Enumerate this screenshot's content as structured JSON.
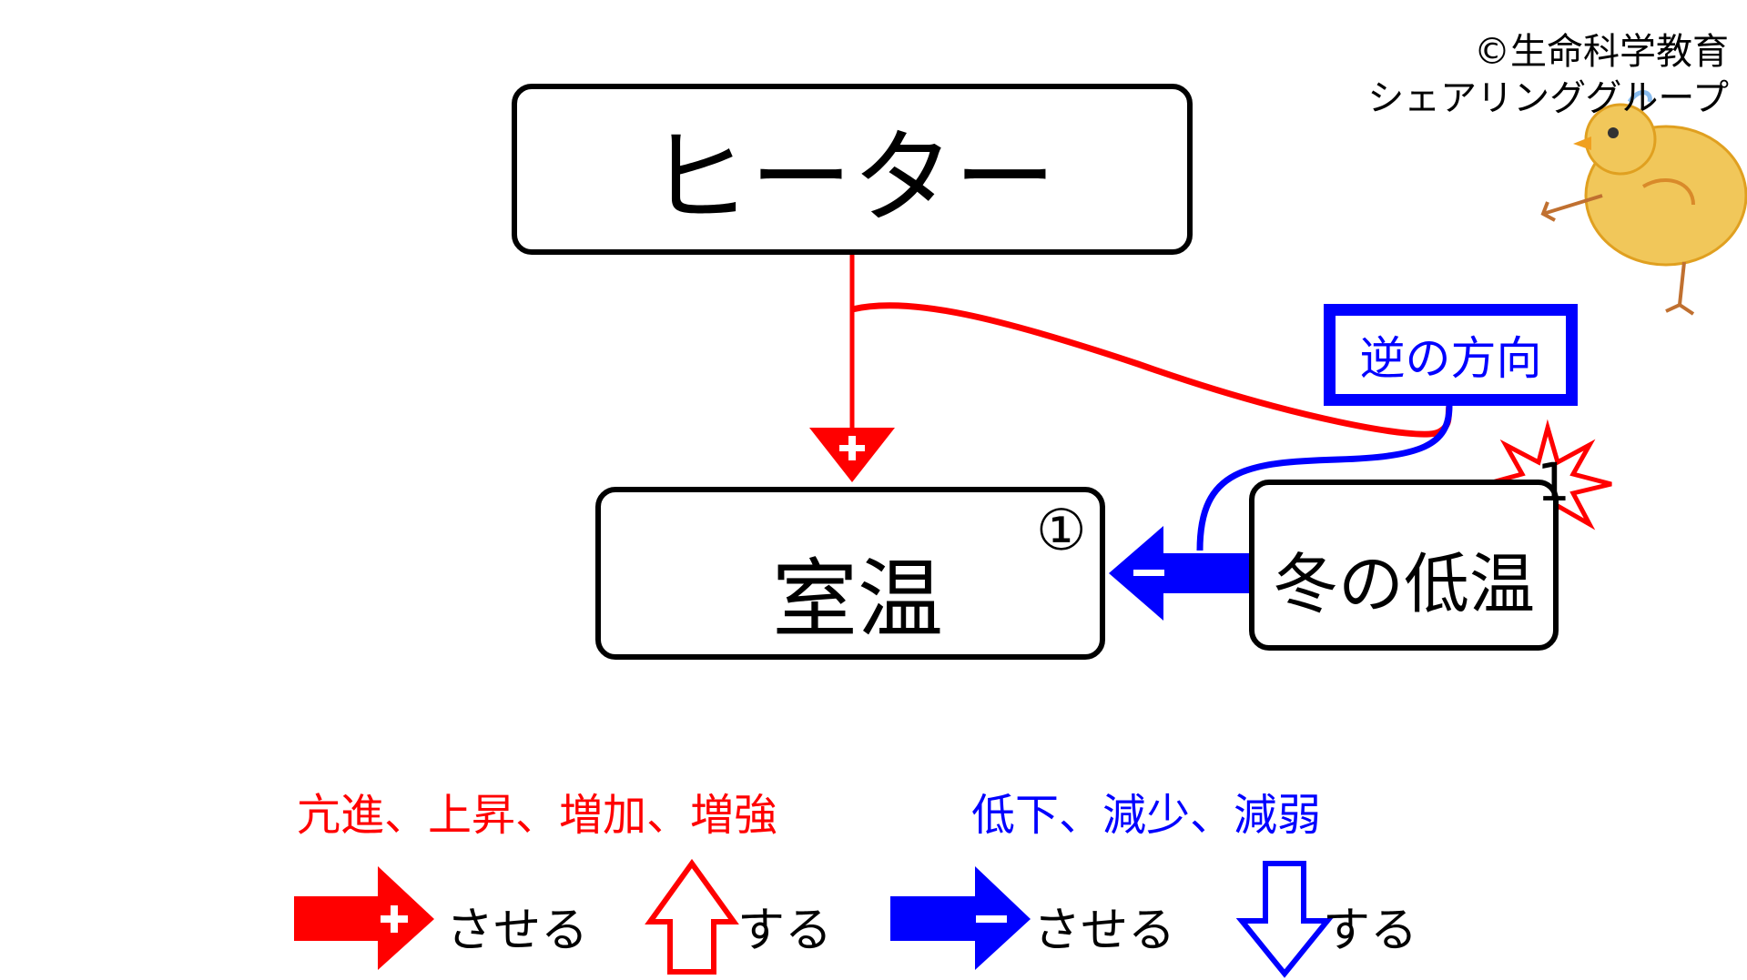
{
  "copyright": {
    "line1": "©生命科学教育",
    "line2": "シェアリンググループ"
  },
  "nodes": {
    "heater": "ヒーター",
    "room_temp": "室温",
    "winter_cold": "冬の低温",
    "reverse": "逆の方向"
  },
  "markers": {
    "circled_number": "①",
    "burst_number": "1"
  },
  "legend": {
    "increase_words": "亢進、上昇、増加、増強",
    "decrease_words": "低下、減少、減弱",
    "cause_label": "させる",
    "self_label": "する"
  },
  "colors": {
    "increase": "#ff0000",
    "decrease": "#0000ff",
    "outline": "#000000"
  }
}
